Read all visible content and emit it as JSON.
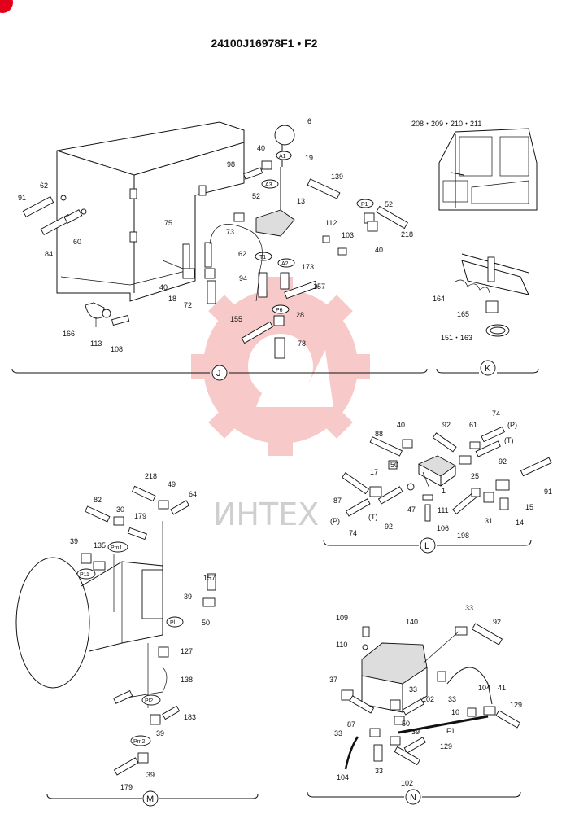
{
  "page": {
    "title": "24100J16978F1 • F2"
  },
  "watermark": {
    "text": "ИНТЕХ",
    "color": "#f08a8a"
  },
  "corner_badge": {
    "color": "#e2001a"
  },
  "sections": {
    "J": {
      "label": "J",
      "parts": [
        "6",
        "40",
        "19",
        "98",
        "A1",
        "52",
        "A3",
        "139",
        "62",
        "91",
        "13",
        "P1",
        "52",
        "60",
        "84",
        "75",
        "73",
        "112",
        "103",
        "218",
        "40",
        "62",
        "T1",
        "A2",
        "173",
        "40",
        "94",
        "157",
        "18",
        "72",
        "166",
        "113",
        "108",
        "155",
        "P6",
        "28",
        "78"
      ]
    },
    "K": {
      "label": "K",
      "parts": [
        "208・209・210・211",
        "164",
        "165",
        "151・163"
      ]
    },
    "L": {
      "label": "L",
      "parts": [
        "88",
        "40",
        "92",
        "61",
        "74",
        "(P)",
        "(T)",
        "50",
        "25",
        "92",
        "91",
        "17",
        "87",
        "1",
        "111",
        "47",
        "92",
        "(P)",
        "(T)",
        "74",
        "106",
        "198",
        "31",
        "15",
        "14"
      ]
    },
    "M": {
      "label": "M",
      "parts": [
        "218",
        "49",
        "64",
        "82",
        "30",
        "179",
        "39",
        "135",
        "Pm1",
        "P11",
        "157",
        "39",
        "50",
        "Pl",
        "127",
        "138",
        "Pl2",
        "183",
        "39",
        "Pm2",
        "179",
        "39"
      ]
    },
    "N": {
      "label": "N",
      "parts": [
        "109",
        "110",
        "140",
        "33",
        "92",
        "37",
        "33",
        "104",
        "41",
        "10",
        "129",
        "87",
        "102",
        "50",
        "33",
        "33",
        "39",
        "F1",
        "129",
        "104",
        "33",
        "102"
      ]
    }
  }
}
